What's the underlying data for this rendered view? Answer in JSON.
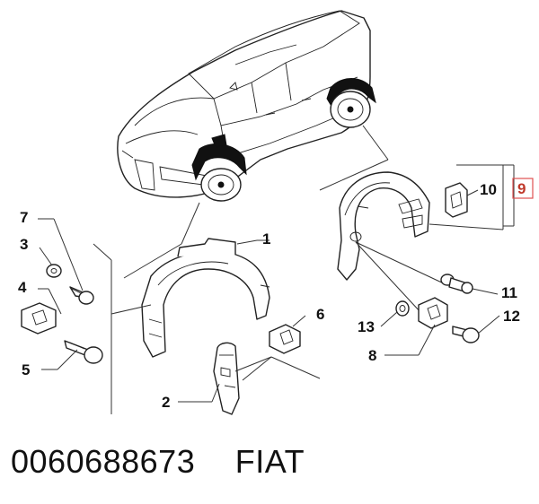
{
  "diagram": {
    "callouts": {
      "c1": "1",
      "c2": "2",
      "c3": "3",
      "c4": "4",
      "c5": "5",
      "c6": "6",
      "c7": "7",
      "c8": "8",
      "c9": "9",
      "c10": "10",
      "c11": "11",
      "c12": "12",
      "c13": "13"
    },
    "highlight_color": "#e05050",
    "line_color": "#333333"
  },
  "footer": {
    "part_number": "0060688673",
    "brand": "FIAT"
  }
}
